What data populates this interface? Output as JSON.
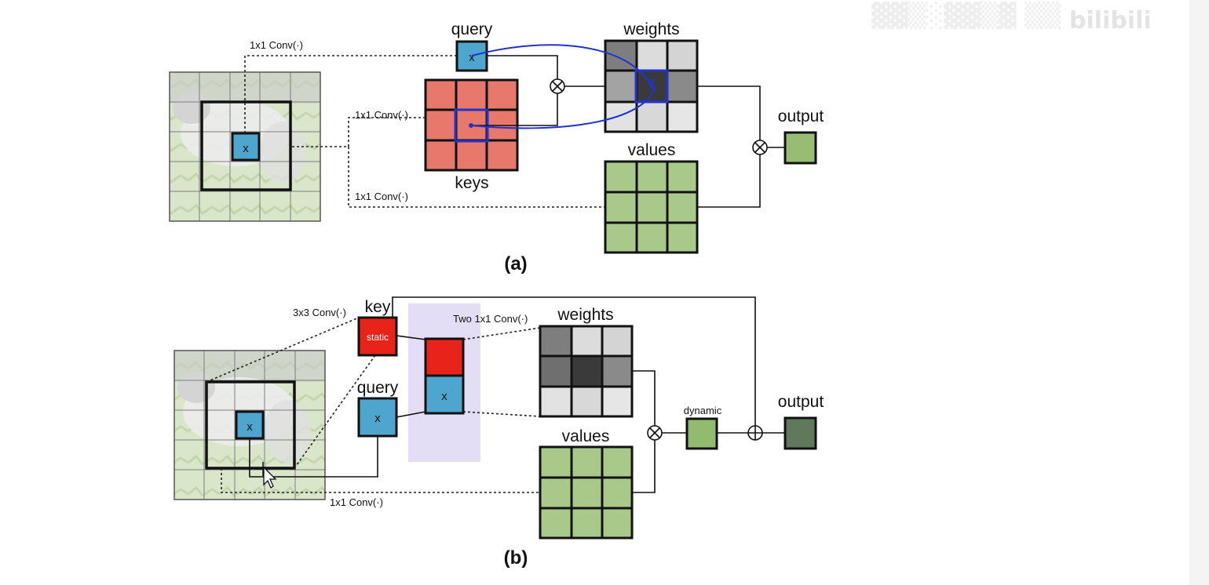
{
  "watermark": {
    "brand": "bilibili"
  },
  "diagram_a": {
    "caption": "(a)",
    "query_label": "query",
    "weights_label": "weights",
    "keys_label": "keys",
    "values_label": "values",
    "output_label": "output",
    "conv_query": "1x1 Conv(·)",
    "conv_keys": "1x1 Conv(·)",
    "conv_values": "1x1 Conv(·)",
    "center_symbol": "x",
    "query_symbol": "x"
  },
  "diagram_b": {
    "caption": "(b)",
    "key_label": "key",
    "static_label": "static",
    "query_label": "query",
    "weights_label": "weights",
    "values_label": "values",
    "output_label": "output",
    "dynamic_label": "dynamic",
    "conv_key": "3x3 Conv(·)",
    "conv_two": "Two 1x1 Conv(·)",
    "conv_values": "1x1 Conv(·)",
    "center_symbol": "x",
    "query_symbol": "x",
    "stack_symbol": "x"
  },
  "colors": {
    "query_blue": "#4ea6cf",
    "keys_red": "#e8776c",
    "static_red": "#e8231a",
    "values_green": "#a9c98a",
    "output_green_a": "#97bd73",
    "output_green_b": "#5f7a5a",
    "dynamic_green": "#93bb70",
    "highlight_blue": "#2233cc",
    "purple_band": "#e3def5"
  }
}
